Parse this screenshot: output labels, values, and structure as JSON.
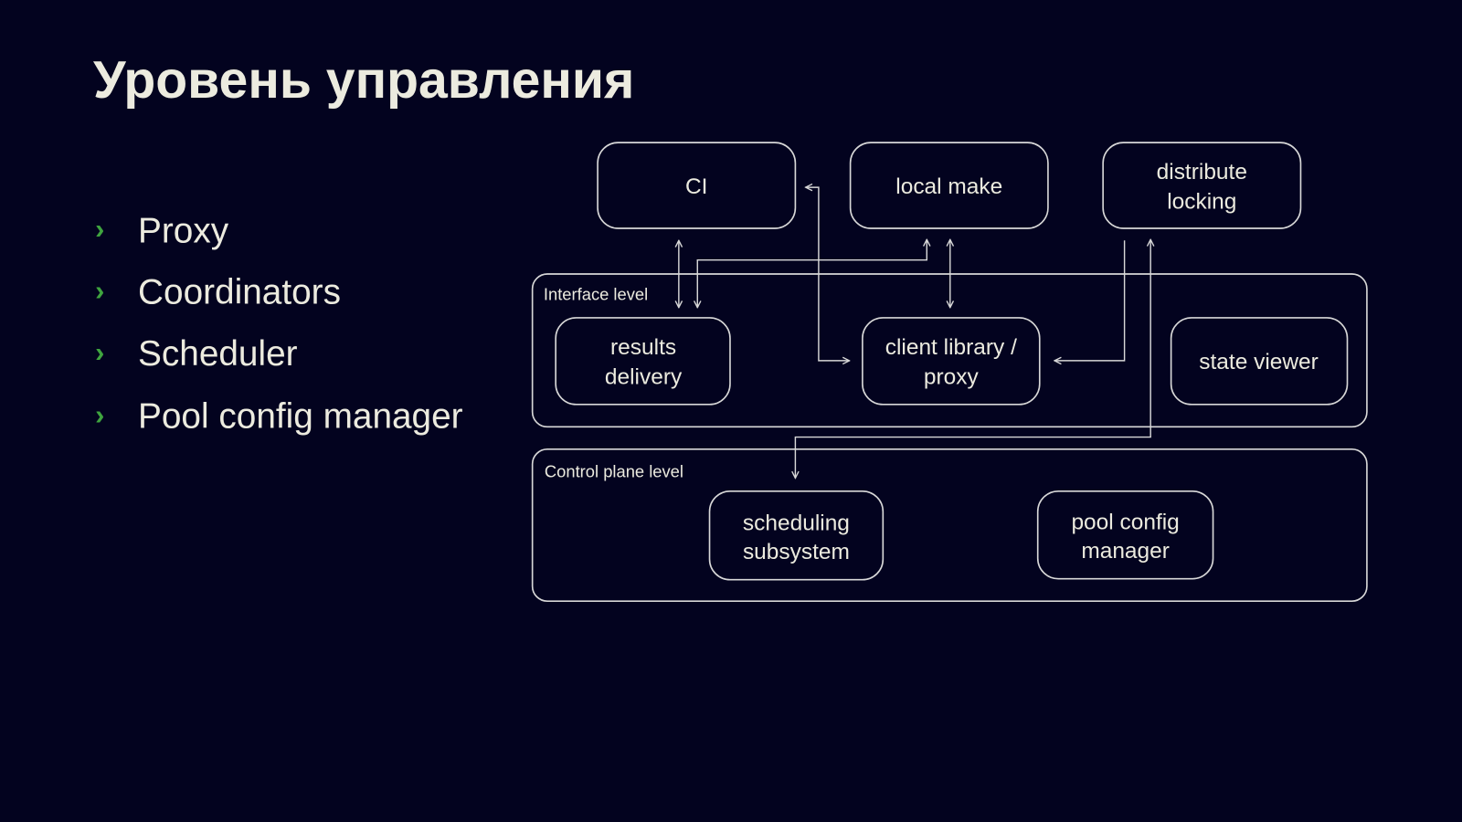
{
  "title": "Уровень управления",
  "bullets": [
    "Proxy",
    "Coordinators",
    "Scheduler",
    "Pool config manager"
  ],
  "colors": {
    "background": "#03031f",
    "text": "#ecebdf",
    "bullet": "#3fa43f",
    "stroke": "#d8d8d8"
  },
  "diagram": {
    "ci": "CI",
    "local_make": "local make",
    "distribute_locking": [
      "distribute",
      "locking"
    ],
    "interface_level": "Interface level",
    "results_delivery": [
      "results",
      "delivery"
    ],
    "client_library": [
      "client library /",
      "proxy"
    ],
    "state_viewer": "state viewer",
    "control_plane_level": "Control plane level",
    "scheduling_subsystem": [
      "scheduling",
      "subsystem"
    ],
    "pool_config_manager": [
      "pool config",
      "manager"
    ]
  }
}
